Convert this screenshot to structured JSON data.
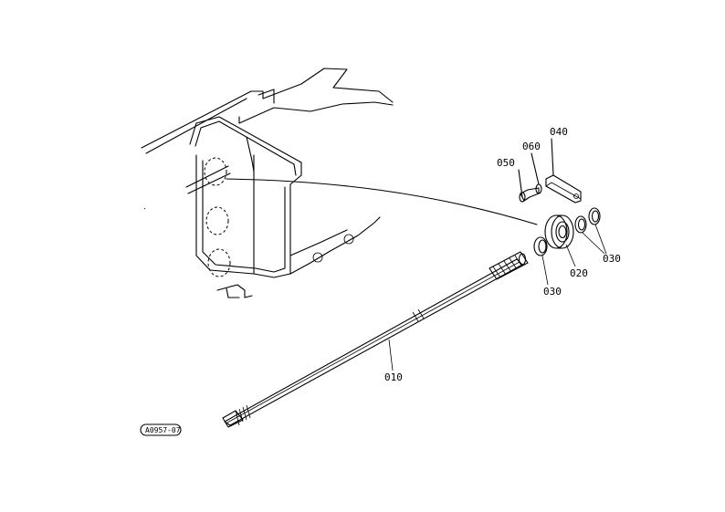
{
  "reference_code": "A0957-07",
  "parts": [
    {
      "id": "p010",
      "label": "010"
    },
    {
      "id": "p020",
      "label": "020"
    },
    {
      "id": "p030a",
      "label": "030"
    },
    {
      "id": "p030b",
      "label": "030"
    },
    {
      "id": "p040",
      "label": "040"
    },
    {
      "id": "p050",
      "label": "050"
    },
    {
      "id": "p060",
      "label": "060"
    }
  ]
}
